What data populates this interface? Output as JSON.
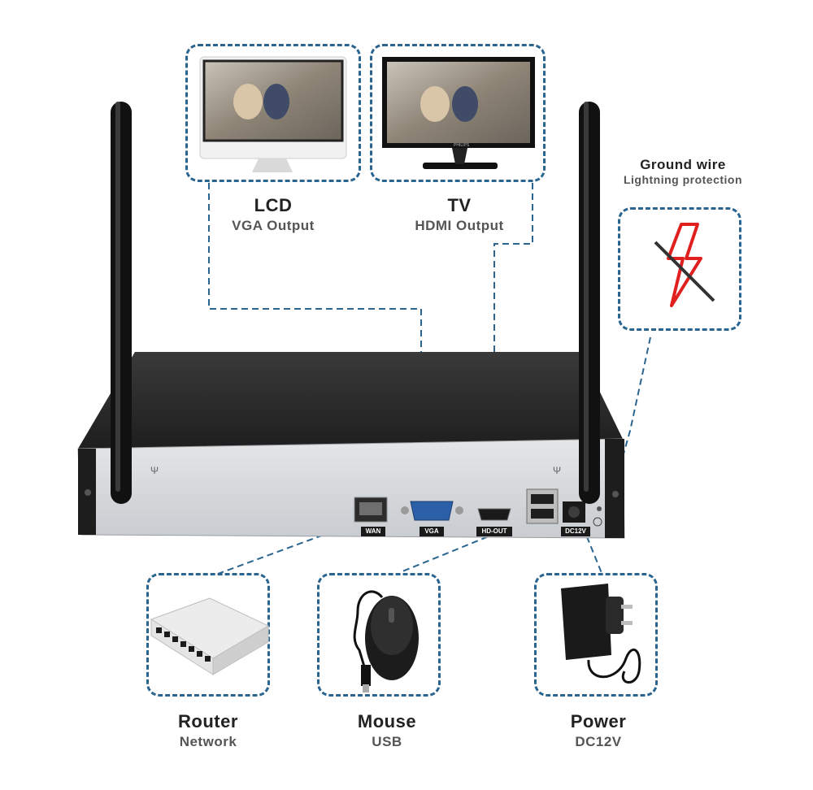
{
  "colors": {
    "dash": "#2a6590",
    "nvr_top": "#2b2b2b",
    "nvr_front": "#d6d8da",
    "lightning": "#e0201f"
  },
  "devices": {
    "lcd": {
      "title": "LCD",
      "subtitle": "VGA Output"
    },
    "tv": {
      "title": "TV",
      "subtitle": "HDMI Output"
    },
    "ground": {
      "title": "Ground wire",
      "subtitle": "Lightning protection"
    },
    "router": {
      "title": "Router",
      "subtitle": "Network"
    },
    "mouse": {
      "title": "Mouse",
      "subtitle": "USB"
    },
    "power": {
      "title": "Power",
      "subtitle": "DC12V"
    }
  },
  "ports": {
    "wan": "WAN",
    "vga": "VGA",
    "hdmi": "HD-OUT",
    "dc": "DC12V"
  },
  "tv_brand": "PHILIPS",
  "icons": [
    "lightning-crossed-icon",
    "antenna-icon",
    "ground-symbol-icon"
  ]
}
